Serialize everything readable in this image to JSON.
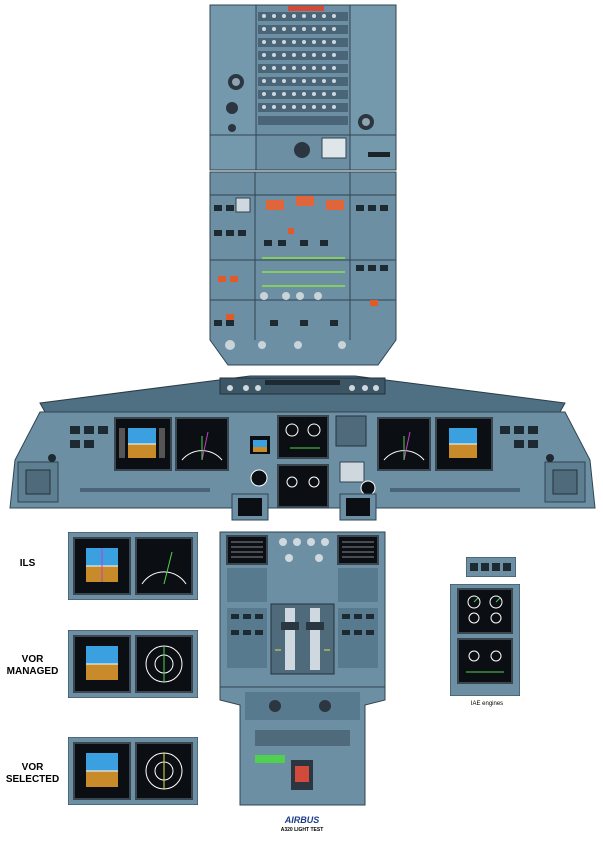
{
  "views": {
    "ils": "ILS",
    "vor_managed_line1": "VOR",
    "vor_managed_line2": "MANAGED",
    "vor_selected_line1": "VOR",
    "vor_selected_line2": "SELECTED"
  },
  "engine_variant": "IAE engines",
  "branding": {
    "logo": "AIRBUS",
    "poster_title": "A320 LIGHT TEST"
  },
  "colors": {
    "panel": "#6d8fa3",
    "panel_dark": "#587a8e",
    "screen": "#0b0f14",
    "sky": "#3aa0e0",
    "ground": "#c98a2a"
  }
}
